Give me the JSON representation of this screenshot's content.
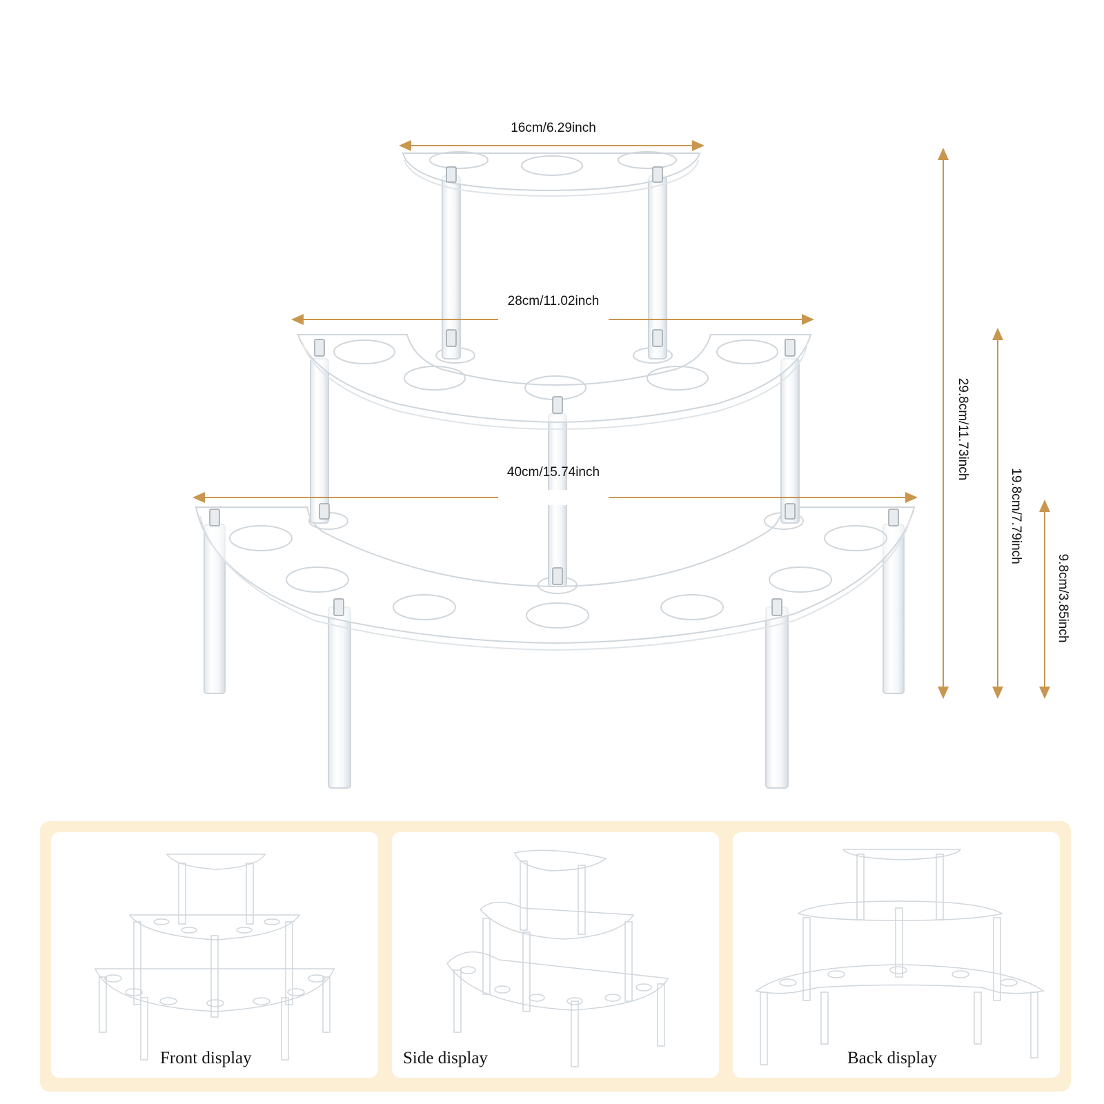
{
  "dimensions": {
    "top_width": "16cm/6.29inch",
    "middle_width": "28cm/11.02inch",
    "bottom_width": "40cm/15.74inch",
    "total_height": "29.8cm/11.73inch",
    "middle_height": "19.8cm/7.79inch",
    "bottom_height": "9.8cm/3.85inch"
  },
  "displays": [
    {
      "label": "Front display"
    },
    {
      "label": "Side display"
    },
    {
      "label": "Back display"
    }
  ],
  "colors": {
    "dimension_line": "#c8964e",
    "panel_frame": "#fcefd4",
    "acrylic_edge": "#cfd6dc"
  }
}
